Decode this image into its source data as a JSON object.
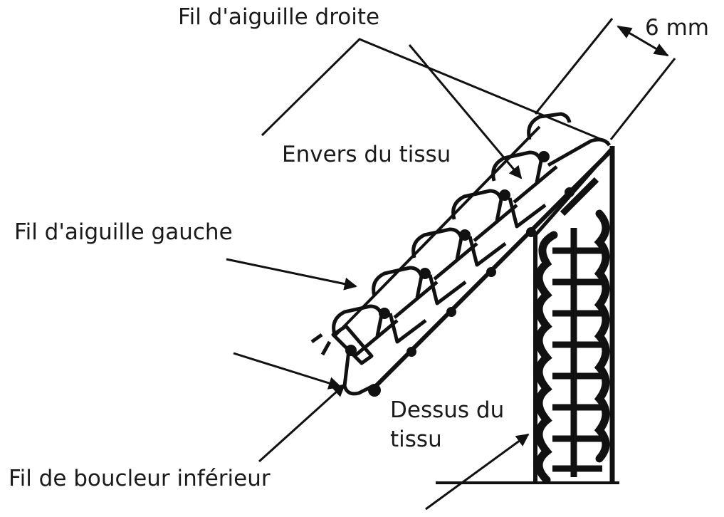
{
  "labels": {
    "right_needle_thread": "Fil d'aiguille droite",
    "stitch_width": "6 mm",
    "fabric_back": "Envers du tissu",
    "left_needle_thread": "Fil d'aiguille gauche",
    "fabric_top_line1": "Dessus du",
    "fabric_top_line2": "tissu",
    "lower_looper_thread": "Fil de boucleur inférieur"
  },
  "colors": {
    "ink": "#111111",
    "background": "#ffffff"
  }
}
